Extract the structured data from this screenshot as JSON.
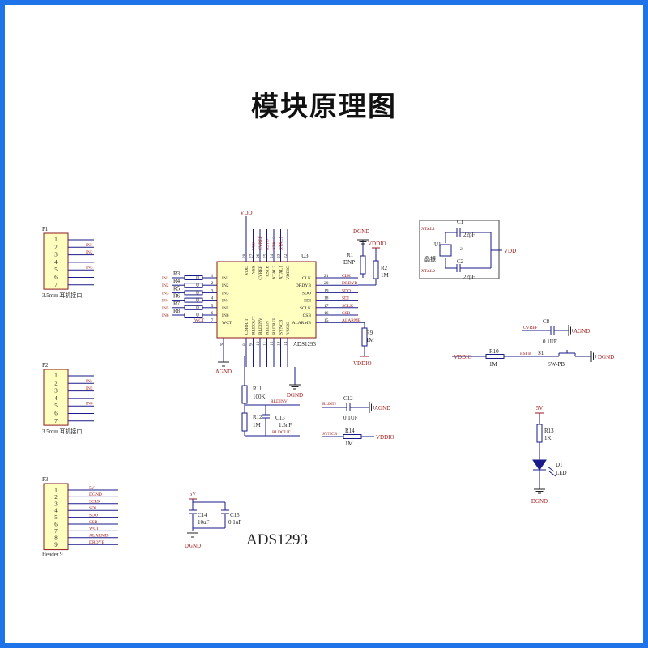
{
  "title": "模块原理图",
  "schematic_label": "ADS1293",
  "colors": {
    "border": "#1e73e8",
    "ic_body": "#ffffc0",
    "wire": "#1a1a8a",
    "net": "#a01818"
  },
  "connectors": {
    "p1": {
      "ref": "P1",
      "desc": "3.5mm 耳机接口",
      "pins": [
        "1",
        "2",
        "3",
        "4",
        "5",
        "6",
        "7"
      ],
      "nets": [
        "IN1",
        "IN2",
        "IN3"
      ]
    },
    "p2": {
      "ref": "P2",
      "desc": "3.5mm 耳机接口",
      "pins": [
        "1",
        "2",
        "3",
        "4",
        "5",
        "6",
        "7"
      ],
      "nets": [
        "IN4",
        "IN5",
        "IN6"
      ]
    },
    "p3": {
      "ref": "P3",
      "desc": "Header 9",
      "pins": [
        "1",
        "2",
        "3",
        "4",
        "5",
        "6",
        "7",
        "8",
        "9"
      ],
      "nets": [
        "5V",
        "DGND",
        "SCLK",
        "SDI",
        "SDO",
        "CSB",
        "WCT",
        "ALARMB",
        "DRDYB"
      ]
    }
  },
  "ic": {
    "ref": "U3",
    "part": "ADS1293",
    "left_pins": [
      "IN1",
      "IN2",
      "IN3",
      "IN4",
      "IN5",
      "IN6",
      "WCT"
    ],
    "left_nums": [
      "1",
      "2",
      "3",
      "4",
      "5",
      "6",
      "7"
    ],
    "left_resistors": [
      "R3",
      "R4",
      "R5",
      "R6",
      "R7",
      "R8"
    ],
    "left_res_vals": [
      "0",
      "0",
      "0",
      "0",
      "0",
      "0"
    ],
    "left_nets": [
      "IN1",
      "IN2",
      "IN3",
      "IN4",
      "IN5",
      "IN6",
      "WCT"
    ],
    "right_pins": [
      "CLK",
      "DRDYB",
      "SDO",
      "SDI",
      "SCLK",
      "CSB",
      "ALARMB"
    ],
    "right_nums": [
      "21",
      "20",
      "19",
      "18",
      "17",
      "16",
      "15"
    ],
    "right_nets": [
      "CLK",
      "DRDYB",
      "SDO",
      "SDI",
      "SCLK",
      "CSB",
      "ALARMB"
    ],
    "top_pins": [
      "VDD",
      "VSS",
      "CVREF",
      "RSTB",
      "XTAL2",
      "XTAL1",
      "VDDIO"
    ],
    "top_nums": [
      "28",
      "27",
      "26",
      "25",
      "24",
      "23",
      "22"
    ],
    "bottom_pins": [
      "CMOUT",
      "RLDOUT",
      "RLDINV",
      "RLDIN",
      "RLDREF",
      "SYNCB",
      "VSSIO"
    ],
    "bottom_nums": [
      "8",
      "9",
      "10",
      "11",
      "12",
      "13",
      "14"
    ],
    "vdd": "VDD",
    "agnd": "AGND",
    "dgnd": "DGND"
  },
  "parts": {
    "r1": {
      "ref": "R1",
      "val": "DNP",
      "gnd": "DGND"
    },
    "r2": {
      "ref": "R2",
      "val": "1M",
      "pwr": "VDDIO"
    },
    "r9": {
      "ref": "R9",
      "val": "1M",
      "pwr": "VDDIO"
    },
    "r11": {
      "ref": "R11",
      "val": "100K"
    },
    "r12": {
      "ref": "R12",
      "val": "1M"
    },
    "c13": {
      "ref": "C13",
      "val": "1.5nF"
    },
    "rldinv": "RLDINV",
    "rldout": "RLDOUT",
    "crystal": {
      "ref": "U1",
      "label": "晶振",
      "xtal1": "XTAL1",
      "xtal2": "XTAL2",
      "pin": "2",
      "vdd": "VDD"
    },
    "c1": {
      "ref": "C1",
      "val": "22pF"
    },
    "c2": {
      "ref": "C2",
      "val": "22pF"
    },
    "c8": {
      "ref": "C8",
      "val": "0.1UF",
      "net": "CVREF",
      "gnd": "AGND"
    },
    "r10": {
      "ref": "R10",
      "val": "1M",
      "pwr": "VDDIO",
      "net": "RSTB"
    },
    "s1": {
      "ref": "S1",
      "val": "SW-PB",
      "gnd": "DGND"
    },
    "c12": {
      "ref": "C12",
      "val": "0.1UF",
      "net": "RLDIN",
      "gnd": "AGND"
    },
    "r14": {
      "ref": "R14",
      "val": "1M",
      "net": "SYNCB",
      "pwr": "VDDIO"
    },
    "r13": {
      "ref": "R13",
      "val": "1K",
      "pwr": "5V"
    },
    "d1": {
      "ref": "D1",
      "val": "LED",
      "gnd": "DGND"
    },
    "c14": {
      "ref": "C14",
      "val": "10uF",
      "pwr": "5V",
      "gnd": "DGND"
    },
    "c15": {
      "ref": "C15",
      "val": "0.1uF"
    }
  }
}
